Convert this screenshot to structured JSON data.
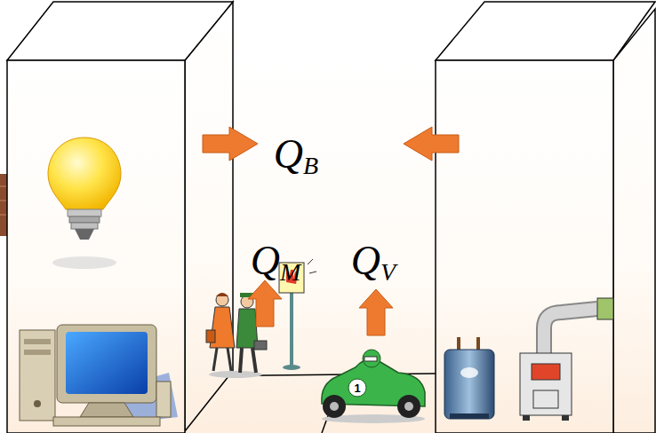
{
  "diagram": {
    "labels": [
      "QB",
      "QM",
      "QV",
      "1"
    ]
  }
}
